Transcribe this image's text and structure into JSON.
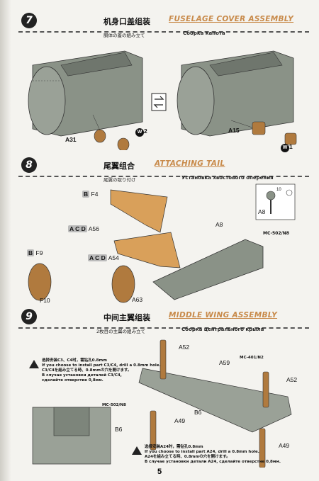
{
  "steps": [
    {
      "number": "7",
      "title_cn": "机身口盖组装",
      "title_en": "FUSELAGE COVER ASSEMBLY",
      "sub_jp": "胴体の蓋の組み立て",
      "sub_ru": "Сборка капота"
    },
    {
      "number": "8",
      "title_cn": "尾翼组合",
      "title_en": "ATTACHING TAIL",
      "sub_jp": "尾翼の取り付け",
      "sub_ru": "Установка хвостового оперения"
    },
    {
      "number": "9",
      "title_cn": "中间主翼组装",
      "title_en": "MIDDLE WING ASSEMBLY",
      "sub_jp": "2枚目の主翼の組み立て",
      "sub_ru": "Сборка центрального крыла"
    }
  ],
  "step7": {
    "a31": "A31",
    "a15": "A15",
    "w2": "W",
    "w2n": "2",
    "w1": "W",
    "w1n": "1"
  },
  "step8": {
    "f4_pre": "B",
    "f4": "F4",
    "a56_pre": "A C D",
    "a56": "A56",
    "a54_pre": "A C D",
    "a54": "A54",
    "f9_pre": "B",
    "f9": "F9",
    "f10": "F10",
    "a63": "A63",
    "a8": "A8",
    "a8b": "A8",
    "paint": "MC-502/N8",
    "dial": "10"
  },
  "step9": {
    "a52a": "A52",
    "a52b": "A52",
    "a59": "A59",
    "b6a": "B6",
    "b6b": "B6",
    "a49a": "A49",
    "a49b": "A49",
    "paint1": "MC-401/N2",
    "paint2": "MC-502/N8",
    "note1": [
      "选择安装C3、C4时，需钻孔0.8mm",
      "If you choose to install part C3/C4, drill a 0.8mm hole.",
      "C3/C4を組み立てる時、0.8mmの穴を開けます。",
      "В случае установки деталей C3/C4,",
      "сделайте отверстие 0,8мм."
    ],
    "note2": [
      "选择安装A24时，需钻孔0.8mm",
      "If you choose to install part A24, drill a 0.8mm hole.",
      "A24を組み立てる時、0.8mmの穴を開けます。",
      "В случае установки детали A24, сделайте отверстие 0,8мм."
    ]
  },
  "page_number": "5"
}
